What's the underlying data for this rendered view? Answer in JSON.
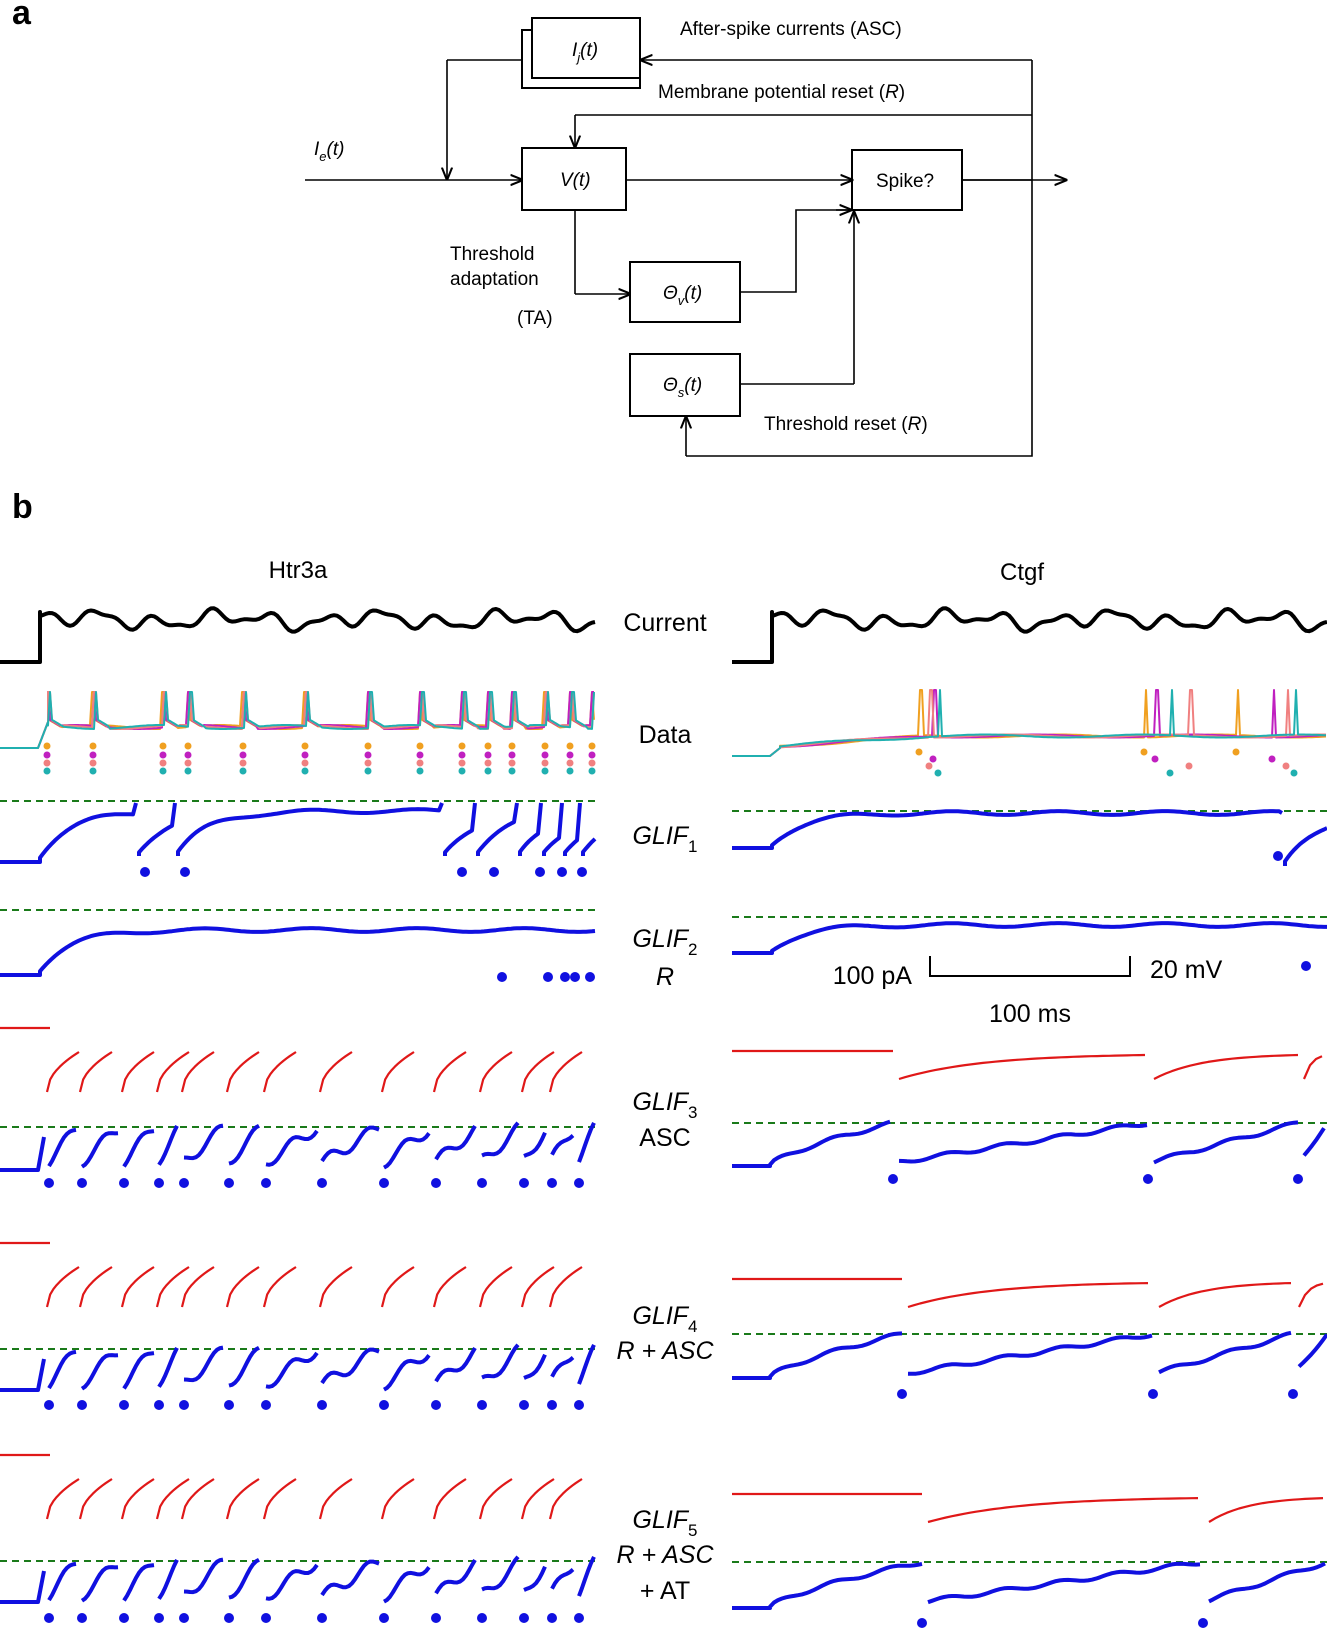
{
  "panel_a": {
    "panel_label": "a",
    "input_label": "I",
    "input_sub": "e",
    "input_arg": "(t)",
    "asc_box_main": "I",
    "asc_box_sub": "j",
    "asc_box_arg": "(t)",
    "v_box": "V(t)",
    "spike_box": "Spike?",
    "theta_v_main": "Θ",
    "theta_v_sub": "v",
    "theta_v_arg": "(t)",
    "theta_s_main": "Θ",
    "theta_s_sub": "s",
    "theta_s_arg": "(t)",
    "asc_label": "After-spike currents (ASC)",
    "reset_label": "Membrane potential reset (",
    "reset_label_r": "R",
    "reset_label_end": ")",
    "ta_line1": "Threshold",
    "ta_line2": "adaptation",
    "ta_abbr": "(TA)",
    "threshold_reset_label": "Threshold reset (",
    "threshold_reset_r": "R",
    "threshold_reset_end": ")"
  },
  "panel_b": {
    "panel_label": "b",
    "col_left": "Htr3a",
    "col_right": "Ctgf",
    "rows": {
      "current": "Current",
      "data": "Data",
      "glif1_main": "GLIF",
      "glif1_sub": "1",
      "glif2_main": "GLIF",
      "glif2_sub": "2",
      "glif2_desc": "R",
      "glif3_main": "GLIF",
      "glif3_sub": "3",
      "glif3_desc": "ASC",
      "glif4_main": "GLIF",
      "glif4_sub": "4",
      "glif4_desc": "R + ASC",
      "glif5_main": "GLIF",
      "glif5_sub": "5",
      "glif5_desc1": "R + ASC",
      "glif5_desc2": "+ AT"
    },
    "scale_bar": {
      "current": "100 pA",
      "voltage": "20 mV",
      "time": "100 ms"
    },
    "colors": {
      "current_trace": "#000000",
      "voltage_trace": "#1010e0",
      "threshold_line": "#1a7a1a",
      "threshold_trace": "#e01818",
      "data_orange": "#f0a020",
      "data_magenta": "#c020c0",
      "data_pink": "#f08080",
      "data_teal": "#20b0b0"
    }
  }
}
